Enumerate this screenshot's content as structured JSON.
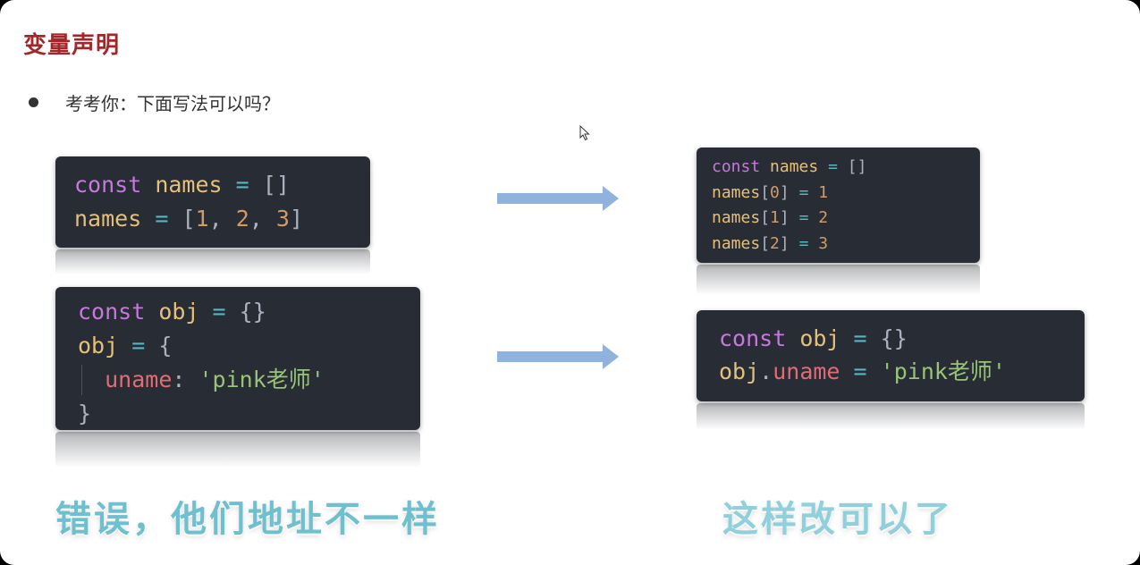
{
  "slide": {
    "title": "变量声明",
    "bullet": "考考你：下面写法可以吗？"
  },
  "code_blocks": {
    "a": [
      "const",
      "names",
      "=",
      "[]",
      "names",
      "=",
      "[",
      "1",
      ",",
      "2",
      ",",
      "3",
      "]"
    ],
    "b": [
      "const",
      "names",
      "=",
      "[]",
      "names",
      "[",
      "0",
      "]",
      "=",
      "1",
      "names",
      "[",
      "1",
      "]",
      "=",
      "2",
      "names",
      "[",
      "2",
      "]",
      "=",
      "3"
    ],
    "c": [
      "const",
      "obj",
      "=",
      "{}",
      "obj",
      "=",
      "{",
      "uname",
      ":",
      "'pink老师'",
      "}"
    ],
    "d": [
      "const",
      "obj",
      "=",
      "{}",
      "obj",
      ".",
      "uname",
      "=",
      "'pink老师'"
    ]
  },
  "captions": {
    "left": "错误，他们地址不一样",
    "right": "这样改可以了"
  },
  "colors": {
    "title": "#a3262a",
    "code_bg": "#282c34",
    "keyword": "#c678dd",
    "variable": "#e5c07b",
    "operator": "#56b6c2",
    "number": "#d19a66",
    "property": "#e06c75",
    "string": "#98c379",
    "arrow": "#8fb3dd",
    "caption": "#6fc0cf"
  },
  "icons": {
    "arrow": "right-arrow-icon",
    "cursor": "mouse-pointer-icon"
  }
}
